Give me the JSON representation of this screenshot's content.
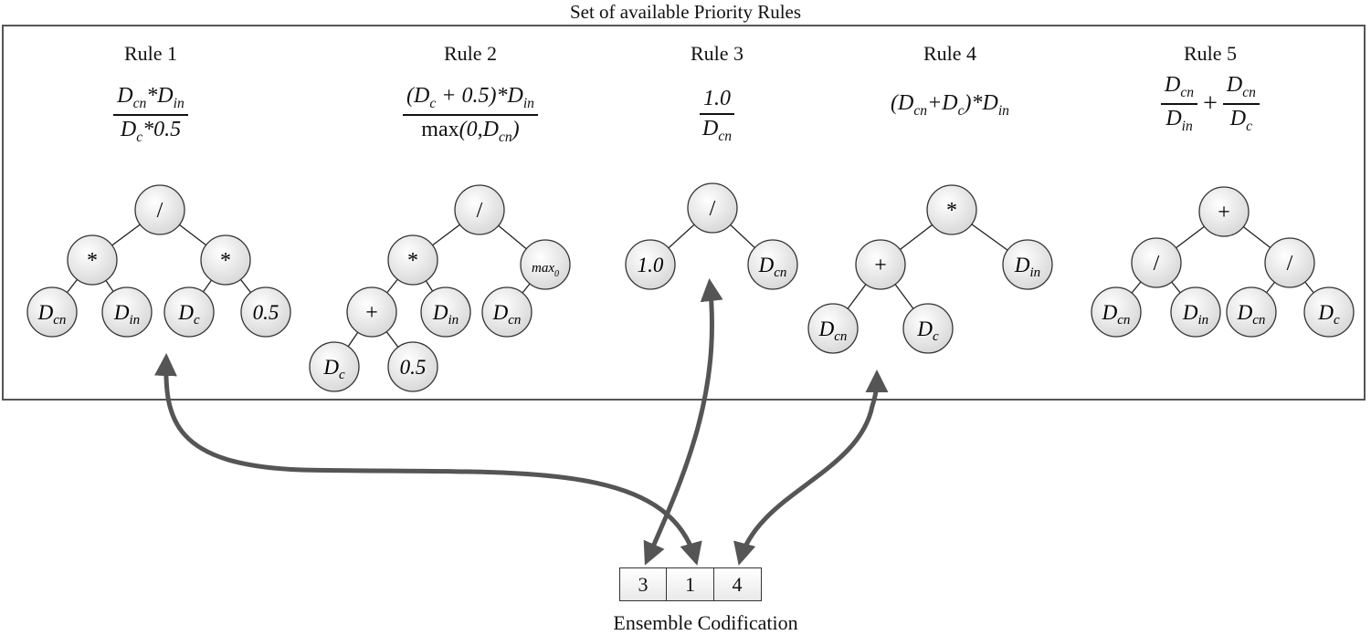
{
  "panel_title": "Set of available Priority Rules",
  "rules": [
    {
      "label": "Rule 1",
      "formula": {
        "num": "D_{cn}*D_{in}",
        "den": "D_{c}*0.5"
      },
      "tree": [
        {
          "id": "r",
          "text": "/"
        },
        {
          "id": "a",
          "text": "*",
          "parent": "r"
        },
        {
          "id": "b",
          "text": "*",
          "parent": "r"
        },
        {
          "id": "c",
          "text": "D_{cn}",
          "parent": "a"
        },
        {
          "id": "d",
          "text": "D_{in}",
          "parent": "a"
        },
        {
          "id": "e",
          "text": "D_{c}",
          "parent": "b"
        },
        {
          "id": "f",
          "text": "0.5",
          "parent": "b"
        }
      ]
    },
    {
      "label": "Rule 2",
      "formula": {
        "num": "(D_{c} + 0.5)*D_{in}",
        "den": "max(0,D_{cn})"
      },
      "tree": [
        {
          "id": "r",
          "text": "/"
        },
        {
          "id": "a",
          "text": "*",
          "parent": "r"
        },
        {
          "id": "b",
          "text": "max_{0}",
          "parent": "r"
        },
        {
          "id": "c",
          "text": "+",
          "parent": "a"
        },
        {
          "id": "d",
          "text": "D_{in}",
          "parent": "a"
        },
        {
          "id": "e",
          "text": "D_{cn}",
          "parent": "b"
        },
        {
          "id": "f",
          "text": "D_{c}",
          "parent": "c"
        },
        {
          "id": "g",
          "text": "0.5",
          "parent": "c"
        }
      ]
    },
    {
      "label": "Rule 3",
      "formula": {
        "num": "1.0",
        "den": "D_{cn}"
      },
      "tree": [
        {
          "id": "r",
          "text": "/"
        },
        {
          "id": "a",
          "text": "1.0",
          "parent": "r"
        },
        {
          "id": "b",
          "text": "D_{cn}",
          "parent": "r"
        }
      ]
    },
    {
      "label": "Rule 4",
      "formula": {
        "inline": "(D_{cn}+D_{c})*D_{in}"
      },
      "tree": [
        {
          "id": "r",
          "text": "*"
        },
        {
          "id": "a",
          "text": "+",
          "parent": "r"
        },
        {
          "id": "b",
          "text": "D_{in}",
          "parent": "r"
        },
        {
          "id": "c",
          "text": "D_{cn}",
          "parent": "a"
        },
        {
          "id": "d",
          "text": "D_{c}",
          "parent": "a"
        }
      ]
    },
    {
      "label": "Rule 5",
      "formula": {
        "sum": [
          {
            "num": "D_{cn}",
            "den": "D_{in}"
          },
          {
            "num": "D_{cn}",
            "den": "D_{c}"
          }
        ]
      },
      "tree": [
        {
          "id": "r",
          "text": "+"
        },
        {
          "id": "a",
          "text": "/",
          "parent": "r"
        },
        {
          "id": "b",
          "text": "/",
          "parent": "r"
        },
        {
          "id": "c",
          "text": "D_{cn}",
          "parent": "a"
        },
        {
          "id": "d",
          "text": "D_{in}",
          "parent": "a"
        },
        {
          "id": "e",
          "text": "D_{cn}",
          "parent": "b"
        },
        {
          "id": "f",
          "text": "D_{c}",
          "parent": "b"
        }
      ]
    }
  ],
  "ensemble": {
    "cells": [
      "3",
      "1",
      "4"
    ],
    "label": "Ensemble Codification"
  }
}
